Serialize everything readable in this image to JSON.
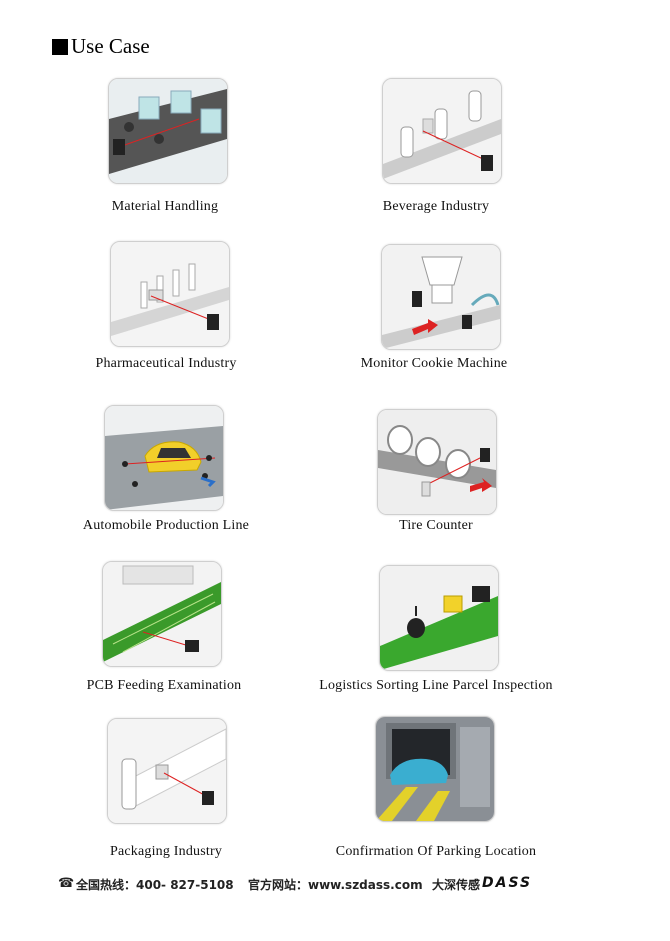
{
  "section": {
    "title": "Use Case"
  },
  "cases": [
    {
      "label": "Material Handling"
    },
    {
      "label": "Beverage Industry"
    },
    {
      "label": "Pharmaceutical Industry"
    },
    {
      "label": "Monitor Cookie Machine"
    },
    {
      "label": "Automobile Production Line"
    },
    {
      "label": "Tire Counter"
    },
    {
      "label": "PCB Feeding Examination"
    },
    {
      "label": "Logistics Sorting Line Parcel Inspection"
    },
    {
      "label": "Packaging Industry"
    },
    {
      "label": "Confirmation Of Parking Location"
    }
  ],
  "footer": {
    "hotline": "全国热线：400- 827-5108",
    "website": "官方网站：www.szdass.com",
    "brand_cn": "大深传感",
    "brand_logo": "DASS"
  },
  "colors": {
    "accent": "#c8102e",
    "pcb_green": "#3a9a2a",
    "card_border": "#cfcfcf"
  },
  "icons": {
    "phone": "phone-icon"
  }
}
